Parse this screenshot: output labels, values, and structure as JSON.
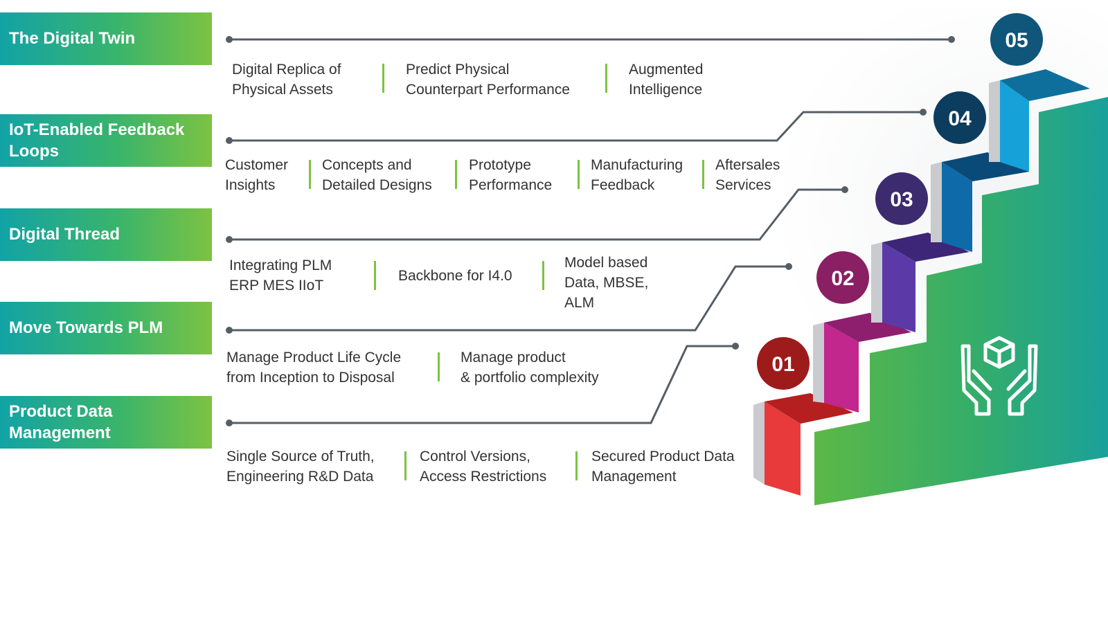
{
  "colors": {
    "label_gradient": [
      "#12a3a6",
      "#39b46c",
      "#7dc242"
    ],
    "separator": "#7dc242",
    "connector_line": "#555e66",
    "text": "#333333"
  },
  "stages": [
    {
      "label": "The Digital Twin",
      "badge": "05",
      "badge_color": "#10557a",
      "items": [
        "Digital Replica of\nPhysical Assets",
        "Predict Physical\nCounterpart Performance",
        "Augmented\nIntelligence"
      ]
    },
    {
      "label": "IoT-Enabled Feedback\nLoops",
      "badge": "04",
      "badge_color": "#0d3d5e",
      "items": [
        "Customer\nInsights",
        "Concepts and\nDetailed Designs",
        "Prototype\nPerformance",
        "Manufacturing\nFeedback",
        "Aftersales\nServices"
      ]
    },
    {
      "label": "Digital Thread",
      "badge": "03",
      "badge_color": "#3c2b6e",
      "items": [
        "Integrating PLM\nERP MES IIoT",
        "Backbone for I4.0",
        "Model based\nData, MBSE,\nALM"
      ]
    },
    {
      "label": "Move Towards PLM",
      "badge": "02",
      "badge_color": "#8a1f64",
      "items": [
        "Manage Product Life Cycle\nfrom Inception to Disposal",
        "Manage product\n& portfolio complexity"
      ]
    },
    {
      "label": "Product Data\nManagement",
      "badge": "01",
      "badge_color": "#9e1b1b",
      "items": [
        "Single Source of Truth,\nEngineering  R&D Data",
        "Control Versions,\n Access Restrictions",
        "Secured Product Data\nManagement"
      ]
    }
  ],
  "icons": {
    "stair_emblem": "hands-holding-box-icon"
  }
}
